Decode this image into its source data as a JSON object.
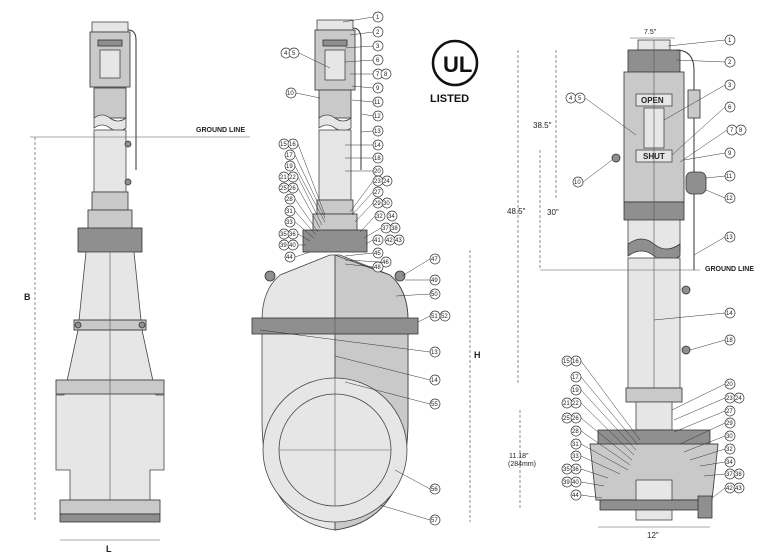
{
  "labels": {
    "ground_line_a": "GROUND LINE",
    "ground_line_b": "GROUND LINE",
    "dim_b": "B",
    "dim_l": "L",
    "dim_h": "H",
    "dim_top_width": "7.5\"",
    "dim_38": "38.5\"",
    "dim_48": "48.5\"",
    "dim_30": "30\"",
    "dim_11": "11.18\"",
    "dim_11b": "(284mm)",
    "dim_12": "12\"",
    "open": "OPEN",
    "shut": "SHUT",
    "ul_letters": "UL",
    "ul_listed": "LISTED"
  },
  "callouts_middle": [
    "1",
    "2",
    "3",
    "4",
    "5",
    "6",
    "7",
    "8",
    "9",
    "10",
    "11",
    "12",
    "13",
    "14",
    "15",
    "16",
    "17",
    "18",
    "19",
    "20",
    "21",
    "22",
    "23",
    "24",
    "25",
    "26",
    "27",
    "28",
    "29",
    "30",
    "31",
    "32",
    "33",
    "34",
    "35",
    "36",
    "37",
    "38",
    "39",
    "40",
    "41",
    "42",
    "43",
    "44",
    "45",
    "46",
    "47",
    "48",
    "49",
    "50",
    "51",
    "52",
    "13",
    "14",
    "55",
    "56",
    "57"
  ],
  "callouts_right": [
    "1",
    "2",
    "3",
    "4",
    "5",
    "6",
    "7",
    "8",
    "9",
    "10",
    "11",
    "12",
    "13",
    "14",
    "15",
    "16",
    "17",
    "18",
    "19",
    "20",
    "21",
    "22",
    "23",
    "24",
    "25",
    "26",
    "27",
    "28",
    "29",
    "30",
    "31",
    "32",
    "33",
    "34",
    "35",
    "36",
    "37",
    "38",
    "39",
    "40",
    "42",
    "43",
    "44"
  ]
}
